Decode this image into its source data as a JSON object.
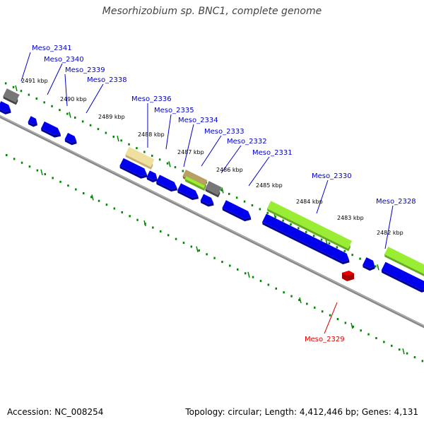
{
  "title": "Mesorhizobium sp. BNC1, complete genome",
  "accession": "Accession: NC_008254",
  "info": "Topology: circular; Length: 4,412,446 bp; Genes: 4,131",
  "colors": {
    "gene_fill": "#0000ee",
    "gene_dark": "#00009a",
    "label_blue": "#0000cc",
    "label_red": "#dd0000",
    "red_gene": "#ee0000",
    "gray_gene": "#777777",
    "khaki_feature": "#f0e0a0",
    "olive_feature": "#b8a060",
    "green_feature": "#99ee33",
    "dot_green": "#008800",
    "backbone": "#888888"
  },
  "diagram": {
    "type": "linear genome map (zoomed circular genome)",
    "kbp_ticks": [
      "2491 kbp",
      "2490 kbp",
      "2489 kbp",
      "2488 kbp",
      "2487 kbp",
      "2486 kbp",
      "2485 kbp",
      "2484 kbp",
      "2483 kbp",
      "2482 kbp"
    ],
    "gene_labels": [
      {
        "text": "Meso_2341",
        "color": "blue"
      },
      {
        "text": "Meso_2340",
        "color": "blue"
      },
      {
        "text": "Meso_2339",
        "color": "blue"
      },
      {
        "text": "Meso_2338",
        "color": "blue"
      },
      {
        "text": "Meso_2336",
        "color": "blue"
      },
      {
        "text": "Meso_2335",
        "color": "blue"
      },
      {
        "text": "Meso_2334",
        "color": "blue"
      },
      {
        "text": "Meso_2333",
        "color": "blue"
      },
      {
        "text": "Meso_2332",
        "color": "blue"
      },
      {
        "text": "Meso_2331",
        "color": "blue"
      },
      {
        "text": "Meso_2330",
        "color": "blue"
      },
      {
        "text": "Meso_2328",
        "color": "blue"
      },
      {
        "text": "Meso_2329",
        "color": "red"
      }
    ]
  }
}
